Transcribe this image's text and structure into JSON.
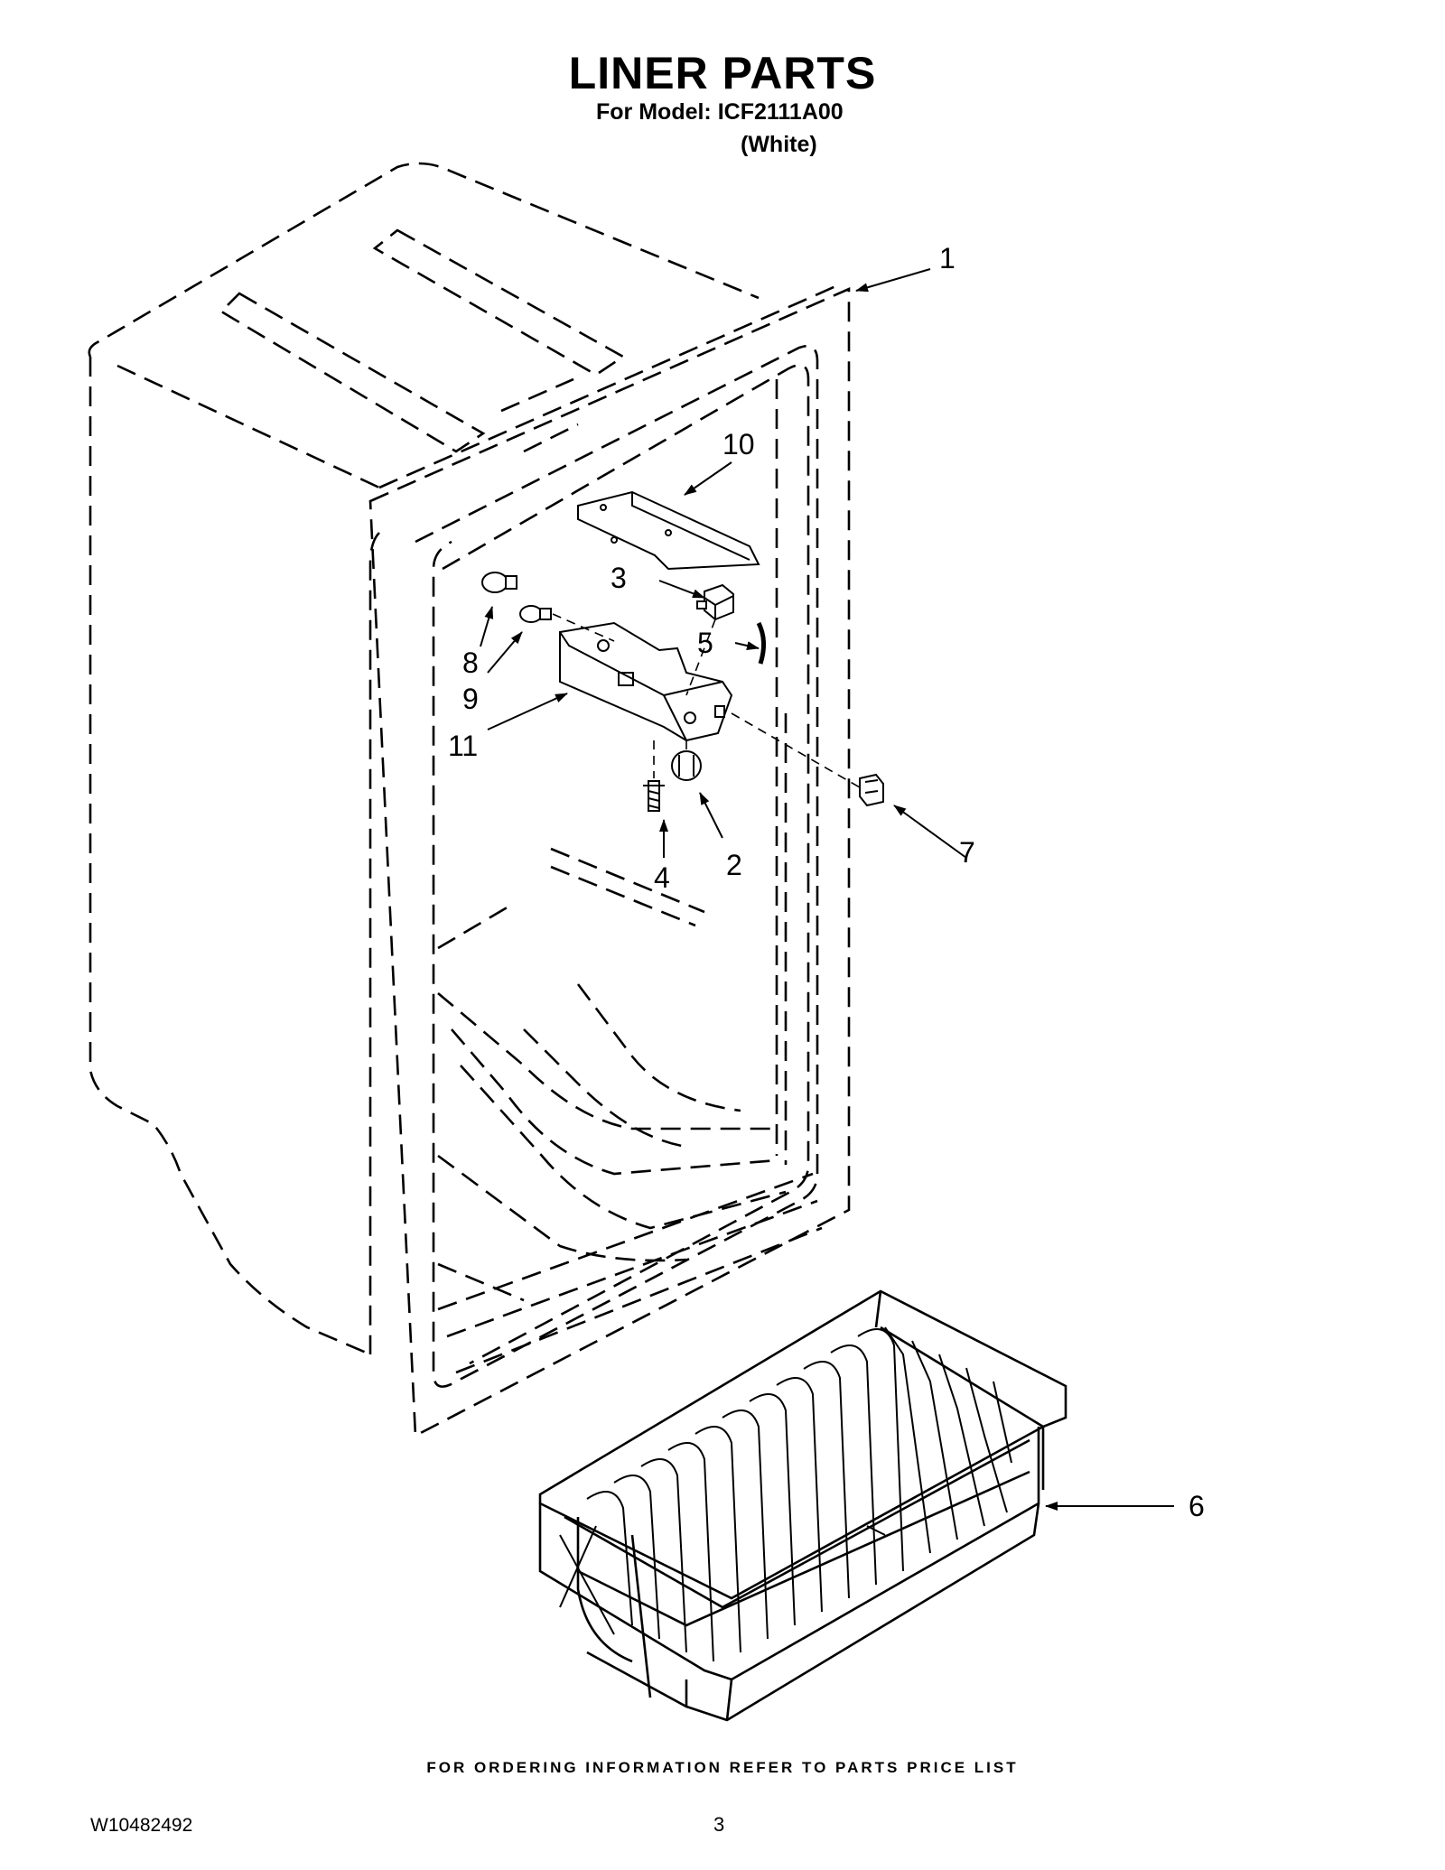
{
  "header": {
    "title": "LINER PARTS",
    "model_line": "For Model: ICF2111A00",
    "color_line": "(White)"
  },
  "callouts": {
    "c1": "1",
    "c2": "2",
    "c3": "3",
    "c4": "4",
    "c5": "5",
    "c6": "6",
    "c7": "7",
    "c8": "8",
    "c9": "9",
    "c10": "10",
    "c11": "11"
  },
  "footer": {
    "note": "FOR ORDERING INFORMATION REFER TO PARTS PRICE LIST",
    "doc_number": "W10482492",
    "page_number": "3"
  }
}
